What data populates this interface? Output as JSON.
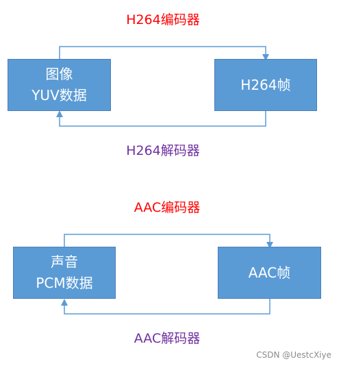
{
  "h264": {
    "encoder_label": "H264编码器",
    "decoder_label": "H264解码器",
    "source_box": {
      "line1": "图像",
      "line2": "YUV数据"
    },
    "target_box": {
      "line1": "H264帧"
    }
  },
  "aac": {
    "encoder_label": "AAC编码器",
    "decoder_label": "AAC解码器",
    "source_box": {
      "line1": "声音",
      "line2": "PCM数据"
    },
    "target_box": {
      "line1": "AAC帧"
    }
  },
  "colors": {
    "encoder": "#ff0000",
    "decoder": "#7030a0",
    "box_fill": "#5b9bd5",
    "box_border": "#4a7ebb",
    "arrow": "#5b9bd5"
  },
  "watermark": "CSDN @UestcXiye"
}
